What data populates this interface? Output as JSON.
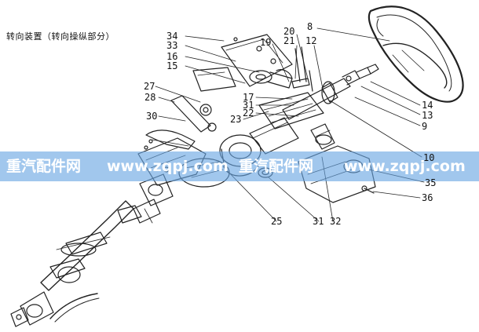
{
  "title": "转向装置（转向操纵部分）",
  "watermark": {
    "segments": [
      "重汽配件网",
      "www.zqpj.com",
      "重汽配件网",
      "www.zqpj.com"
    ]
  },
  "callouts": [
    "34",
    "33",
    "16",
    "15",
    "19",
    "21",
    "20",
    "12",
    "8",
    "27",
    "28",
    "17",
    "31",
    "22",
    "23",
    "30",
    "14",
    "13",
    "9",
    "10",
    "35",
    "36",
    "25",
    "31",
    "32"
  ]
}
